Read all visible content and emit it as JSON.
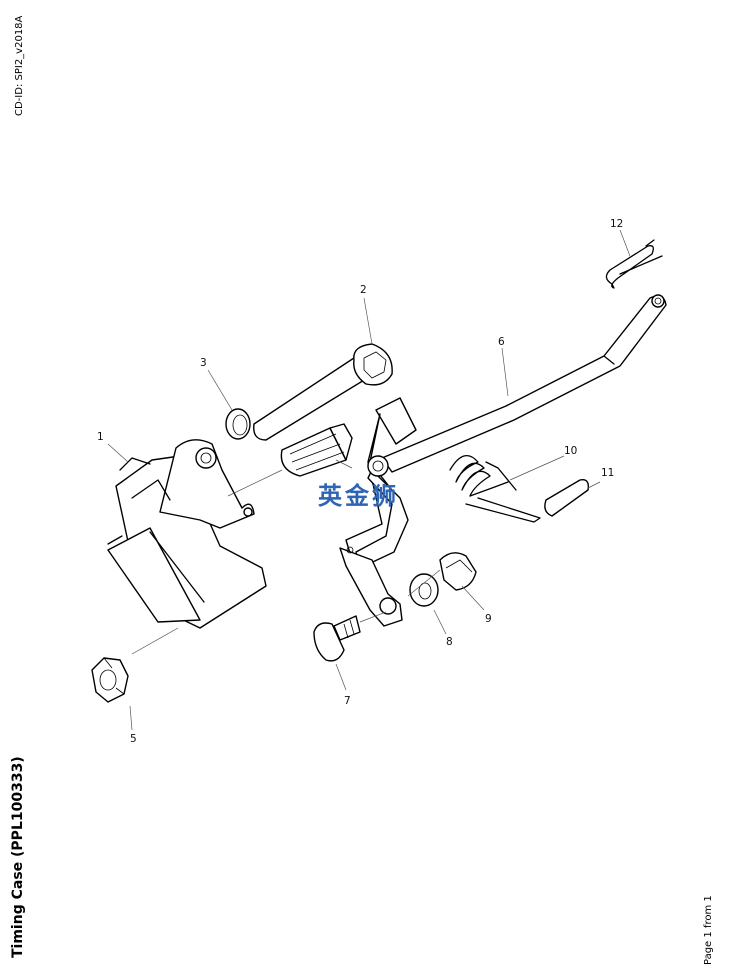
{
  "header": {
    "cd_id": "CD-ID: SPI2_v2018A"
  },
  "footer": {
    "title": "Timing Case (PPL100333)",
    "pager": "Page 1 from 1"
  },
  "watermark": {
    "text": "英金狮",
    "color": "#2d64b4"
  },
  "callouts": {
    "c1": "1",
    "c2": "2",
    "c3": "3",
    "c5": "5",
    "c6": "6",
    "c7": "7",
    "c8": "8",
    "c9": "9",
    "c10": "10",
    "c11": "11",
    "c12": "12"
  }
}
